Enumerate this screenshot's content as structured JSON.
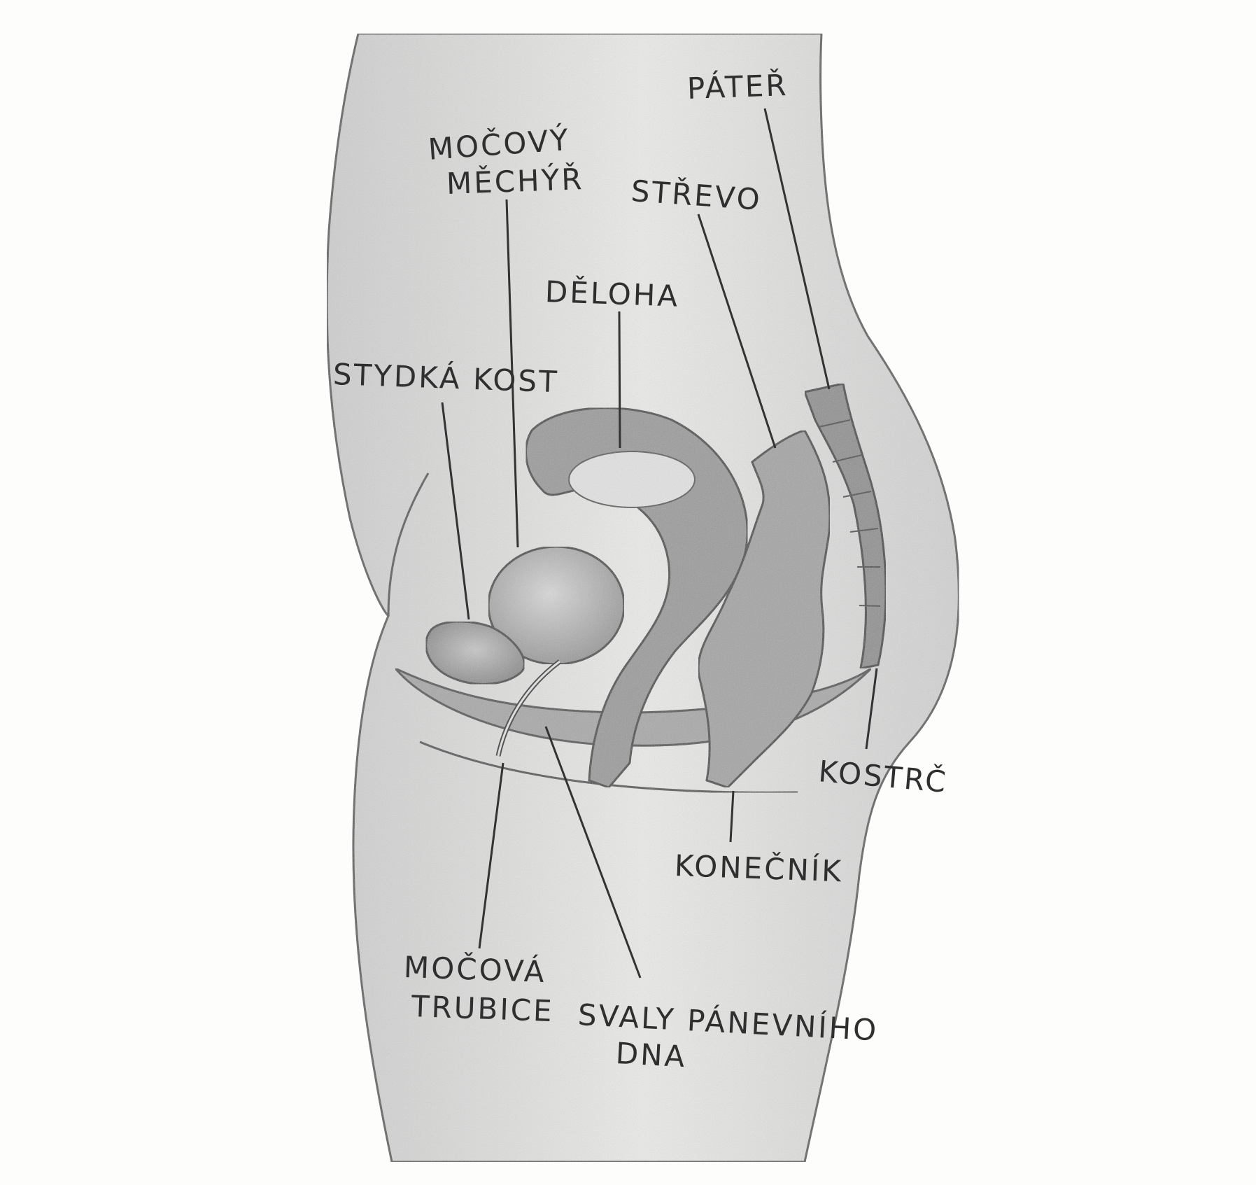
{
  "labels": {
    "pater": "PÁTEŘ",
    "mocovy_mechyr_1": "MOČOVÝ",
    "mocovy_mechyr_2": "MĚCHÝŘ",
    "strevo": "STŘEVO",
    "deloha": "DĚLOHA",
    "stydka_kost": "STYDKÁ KOST",
    "kostrc": "KOSTRČ",
    "konecnik": "KONEČNÍK",
    "mocova_trubice_1": "MOČOVÁ",
    "mocova_trubice_2": "TRUBICE",
    "svaly_1": "SVALY PÁNEVNÍHO",
    "svaly_2": "DNA"
  },
  "colors": {
    "pencil": "#2f2f2f",
    "shade": "#8c8c8c",
    "shade_light": "#c4c4c4",
    "paper": "#fdfdfb"
  }
}
